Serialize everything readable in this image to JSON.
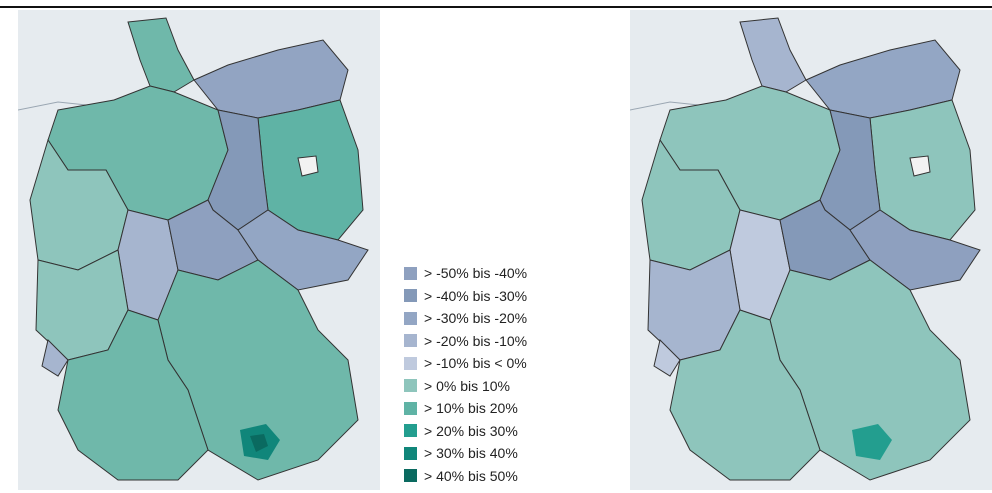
{
  "legend": {
    "items": [
      {
        "label": "> -50% bis -40%",
        "color": "#8ea0bf"
      },
      {
        "label": "> -40% bis -30%",
        "color": "#8499b8"
      },
      {
        "label": "> -30% bis -20%",
        "color": "#93a6c4"
      },
      {
        "label": "> -20% bis -10%",
        "color": "#a6b5cf"
      },
      {
        "label": "> -10% bis < 0%",
        "color": "#bfcade"
      },
      {
        "label": "> 0% bis 10%",
        "color": "#8ec5bc"
      },
      {
        "label": "> 10% bis 20%",
        "color": "#5fb3a5"
      },
      {
        "label": "> 20% bis 30%",
        "color": "#239e8f"
      },
      {
        "label": "> 30% bis 40%",
        "color": "#10867a"
      },
      {
        "label": "> 40% bis 50%",
        "color": "#0a6a60"
      }
    ]
  },
  "colors": {
    "background": "#e6ebef",
    "border": "#333333"
  }
}
